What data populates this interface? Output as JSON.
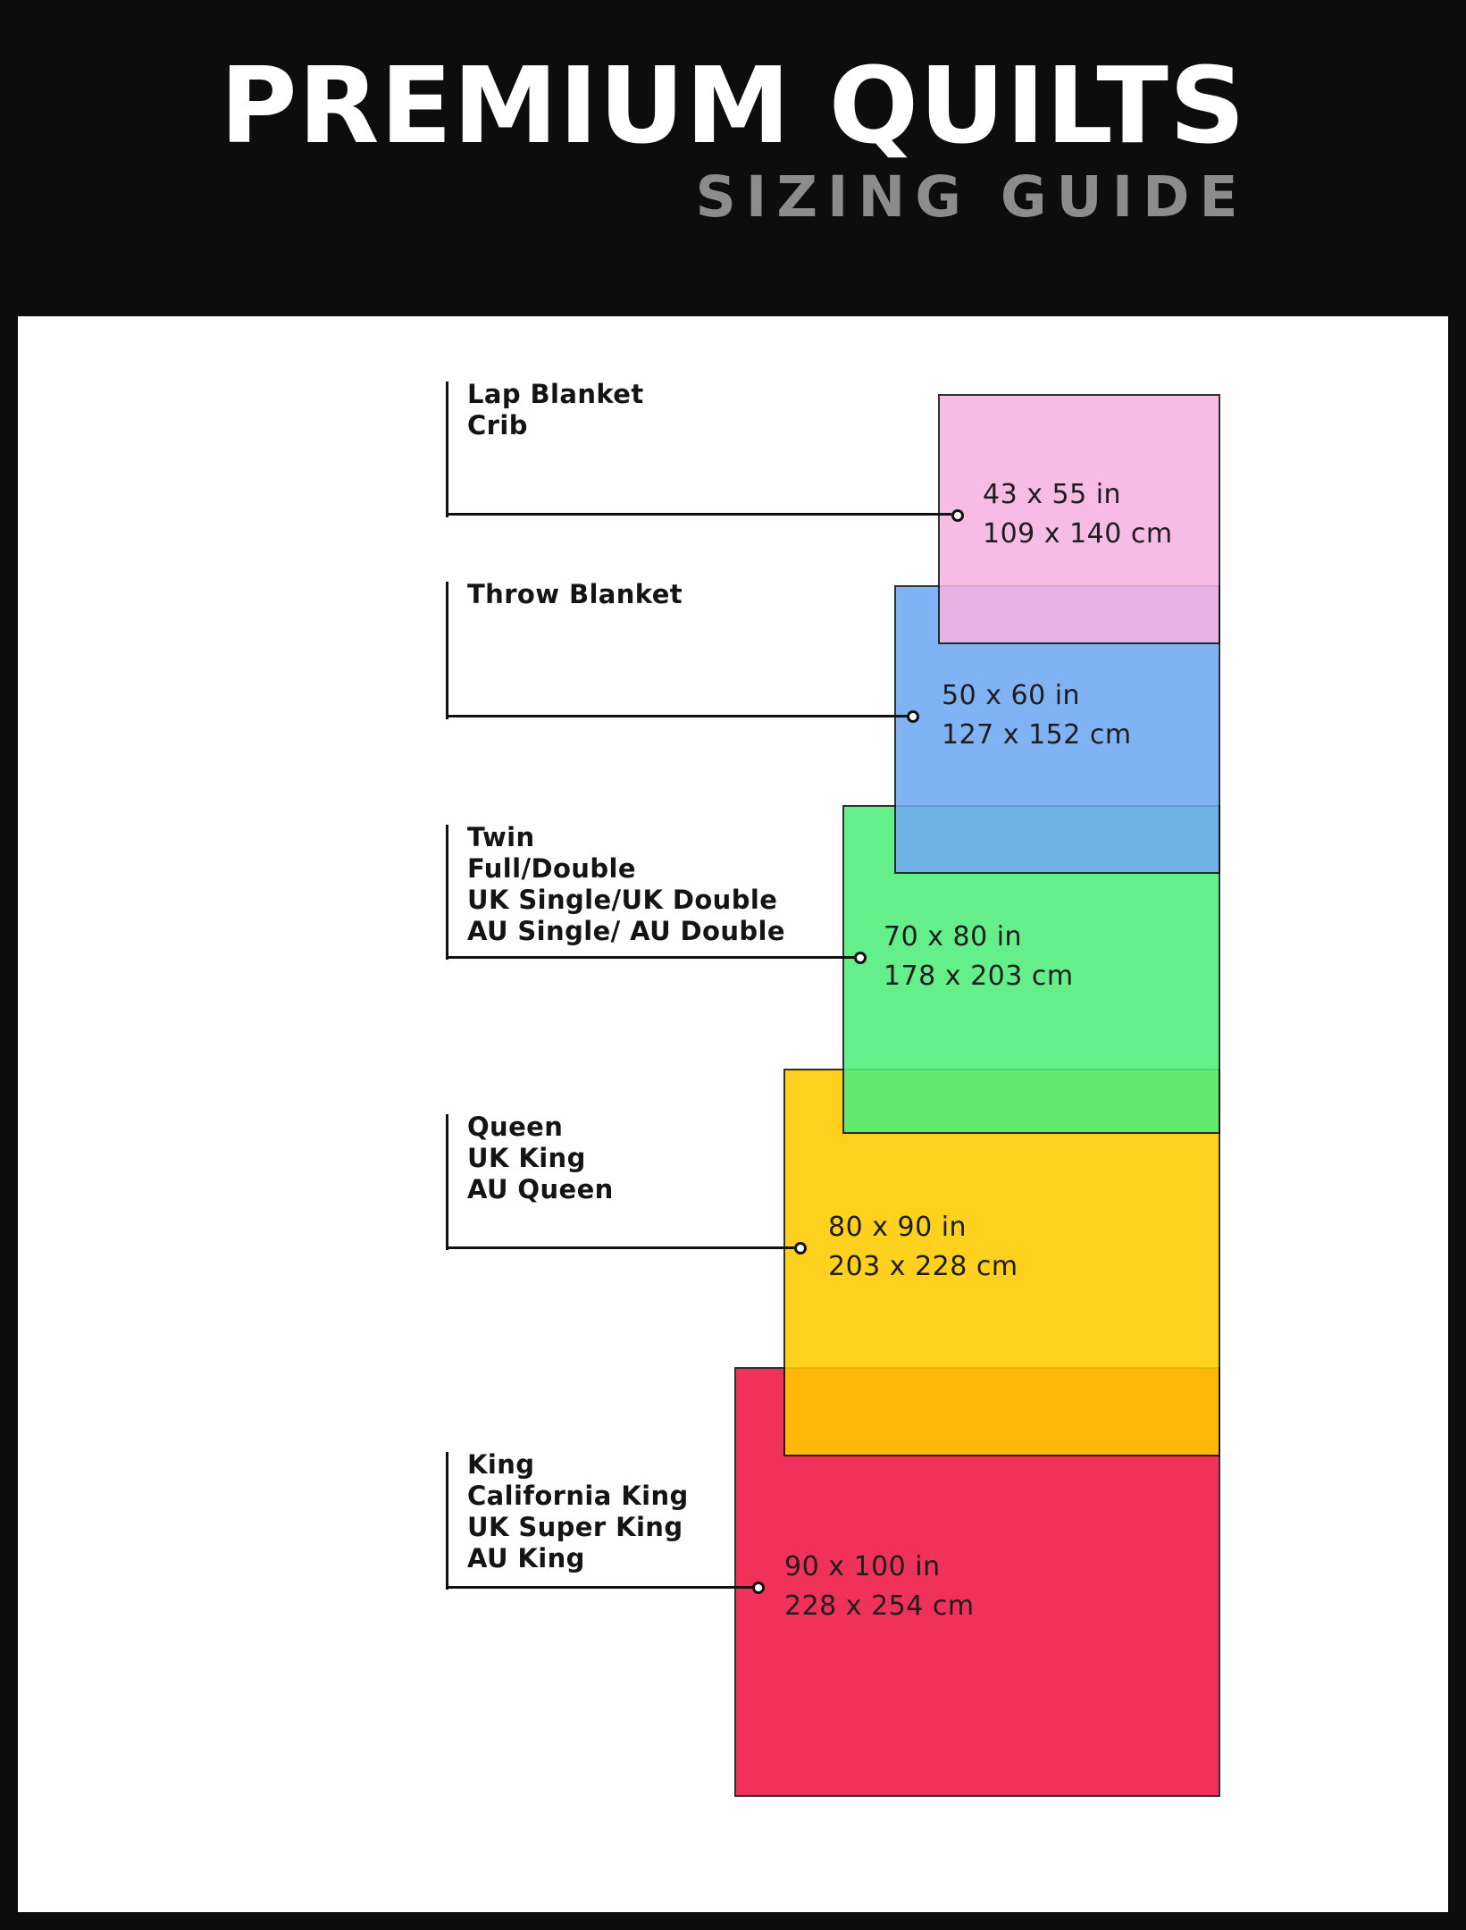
{
  "header": {
    "title": "PREMIUM QUILTS",
    "subtitle": "SIZING GUIDE"
  },
  "palette": {
    "background": "#0D0D0D",
    "panel": "#FEFEFE",
    "line": "#111111",
    "subtitle_gray": "#8C8C8C"
  },
  "sizes": [
    {
      "labels": [
        "Lap Blanket",
        "Crib"
      ],
      "inches": "43 x 55 in",
      "cm": "109 x 140 cm",
      "color": "#F5B3E3"
    },
    {
      "labels": [
        "Throw Blanket"
      ],
      "inches": "50 x 60 in",
      "cm": "127 x 152 cm",
      "color": "#6FA9F2"
    },
    {
      "labels": [
        "Twin",
        "Full/Double",
        "UK Single/UK Double",
        "AU Single/ AU Double"
      ],
      "inches": "70 x 80 in",
      "cm": "178 x 203 cm",
      "color": "#4FED7B"
    },
    {
      "labels": [
        "Queen",
        "UK King",
        "AU Queen"
      ],
      "inches": "80 x 90 in",
      "cm": "203 x 228 cm",
      "color": "#FFCB00"
    },
    {
      "labels": [
        "King",
        "California King",
        "UK Super King",
        "AU King"
      ],
      "inches": "90 x 100 in",
      "cm": "228 x 254 cm",
      "color": "#EF1744"
    }
  ]
}
